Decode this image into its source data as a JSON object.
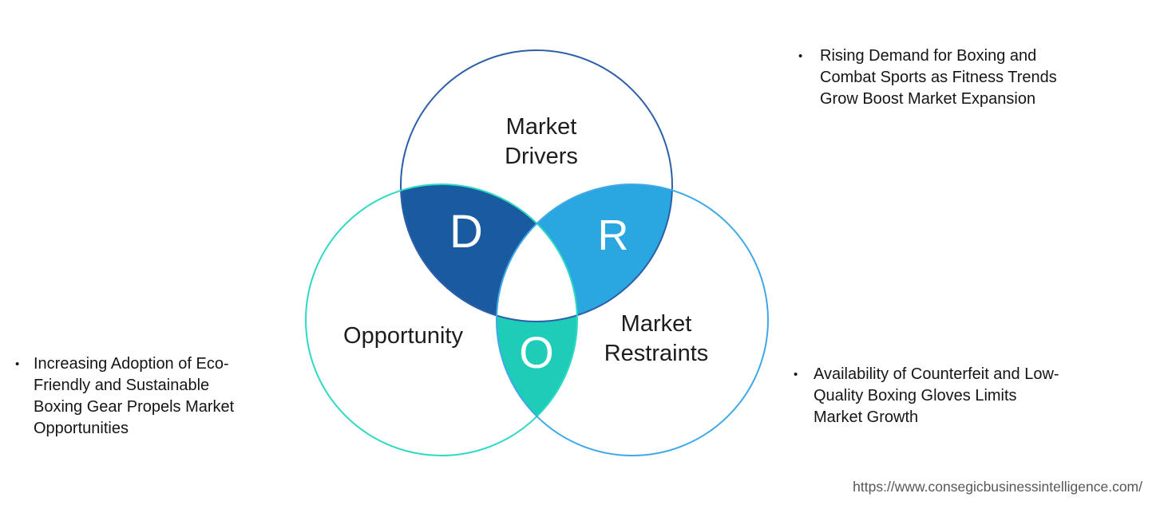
{
  "diagram": {
    "title": "DRO market analysis venn diagram",
    "circles": [
      {
        "id": "market-drivers",
        "label_lines": [
          "Market",
          "Drivers"
        ],
        "stroke": "#2d5fa9"
      },
      {
        "id": "opportunity",
        "label_lines": [
          "Opportunity"
        ],
        "stroke": "#2ed9c3"
      },
      {
        "id": "market-restraints",
        "label_lines": [
          "Market",
          "Restraints"
        ],
        "stroke": "#3fa9e8"
      }
    ],
    "intersections": [
      {
        "letter": "D",
        "fill": "#1a5aa1"
      },
      {
        "letter": "R",
        "fill": "#2aa6e0"
      },
      {
        "letter": "O",
        "fill": "#1ecdb8"
      }
    ]
  },
  "bullets": [
    {
      "marker": "•",
      "lines": [
        "Rising Demand for Boxing and",
        "Combat Sports as Fitness Trends",
        "Grow Boost Market Expansion"
      ]
    },
    {
      "marker": "•",
      "lines": [
        "Increasing Adoption of Eco-",
        "Friendly and Sustainable",
        "Boxing Gear Propels Market",
        "Opportunities"
      ]
    },
    {
      "marker": "•",
      "lines": [
        "Availability of Counterfeit and Low-",
        "Quality Boxing Gloves Limits",
        "Market Growth"
      ]
    }
  ],
  "footer": {
    "url": "https://www.consegicbusinessintelligence.com/"
  }
}
